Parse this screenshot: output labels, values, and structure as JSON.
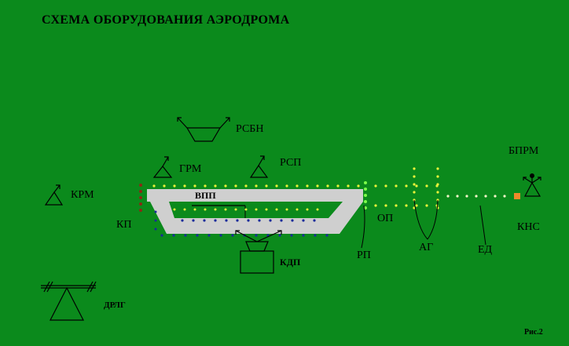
{
  "title": "СХЕМА ОБОРУДОВАНИЯ АЭРОДРОМА",
  "figure_label": "Рис.2",
  "labels": {
    "rsbn": "РСБН",
    "grm": "ГРМ",
    "rsp": "РСП",
    "krm": "КРМ",
    "kp": "КП",
    "vpp": "ВПП",
    "kdp": "КДП",
    "rp": "РП",
    "op": "ОП",
    "ag": "АГ",
    "ed": "ЕД",
    "bprm": "БПРМ",
    "kns": "КНС",
    "drlg": "ДРЛГ"
  },
  "colors": {
    "background": "#0b8a1c",
    "runway": "#cfcfcf",
    "yellow_lights": "#e9f23a",
    "blue_lights": "#1a2a9a",
    "green_lights": "#7dff4a",
    "white_lights": "#f4f4c8",
    "red_lights": "#8a2a14",
    "kns_marker": "#f08a2a",
    "ink": "#000000"
  }
}
